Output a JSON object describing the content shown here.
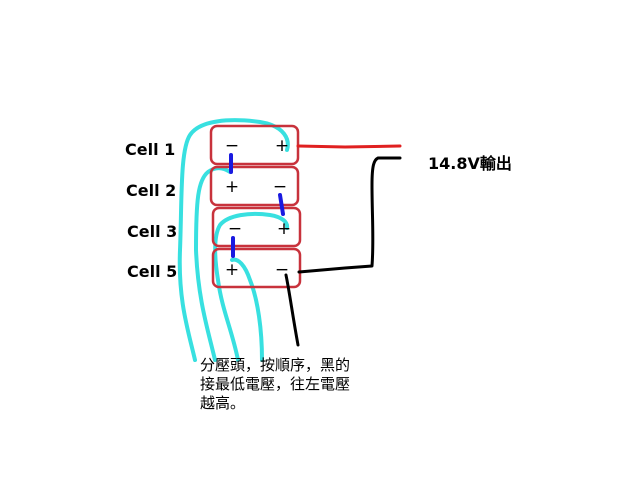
{
  "cells": [
    {
      "label": "Cell 1",
      "left_terminal": "−",
      "right_terminal": "+"
    },
    {
      "label": "Cell 2",
      "left_terminal": "+",
      "right_terminal": "−"
    },
    {
      "label": "Cell 3",
      "left_terminal": "−",
      "right_terminal": "+"
    },
    {
      "label": "Cell 5",
      "left_terminal": "+",
      "right_terminal": "−"
    }
  ],
  "output_label": "14.8V輸出",
  "note_lines": [
    "分壓頭，按順序，黑的",
    "接最低電壓，往左電壓",
    "越高。"
  ],
  "colors": {
    "cell_outline": "#c8323c",
    "positive_lead": "#e02020",
    "negative_lead": "#000000",
    "balance_wires": "#38e0e0",
    "series_links": "#1a1ae0"
  }
}
